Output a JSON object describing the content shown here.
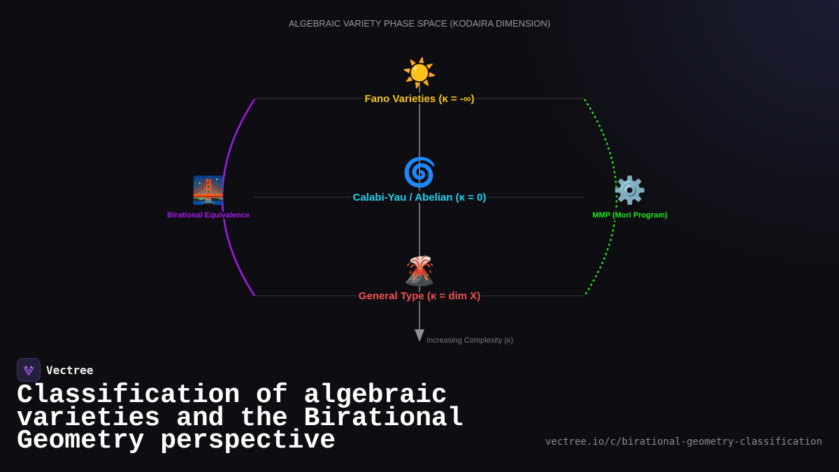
{
  "diagram": {
    "title": "ALGEBRAIC VARIETY PHASE SPACE (KODAIRA DIMENSION)",
    "levels": [
      {
        "icon": "☀️",
        "icon_name": "sun-icon",
        "label": "Fano Varieties (κ = -∞)",
        "color": "#f5c518"
      },
      {
        "icon": "🌀",
        "icon_name": "cyclone-icon",
        "label": "Calabi-Yau / Abelian (κ = 0)",
        "color": "#22d3ee"
      },
      {
        "icon": "🌋",
        "icon_name": "volcano-icon",
        "label": "General Type (κ = dim X)",
        "color": "#ef5350"
      }
    ],
    "left": {
      "icon": "🌉",
      "icon_name": "bridge-icon",
      "label": "Birational Equivalence",
      "color": "#a21ce8"
    },
    "right": {
      "icon": "⚙️",
      "icon_name": "gear-icon",
      "label": "MMP (Mori Program)",
      "color": "#22e622"
    },
    "axis_label": "Increasing Complexity (κ)"
  },
  "brand": {
    "name": "Vectree"
  },
  "headline": "Classification of algebraic\nvarieties and the Birational\nGeometry perspective",
  "url": "vectree.io/c/birational-geometry-classification"
}
